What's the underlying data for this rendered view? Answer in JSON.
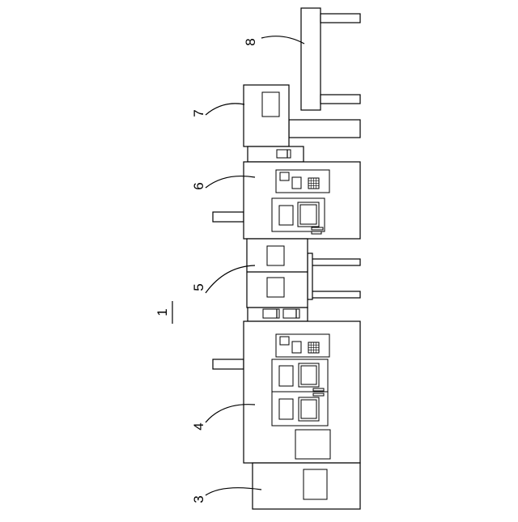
{
  "figure": {
    "reference_label": "1",
    "units": [
      {
        "id": "unit-3",
        "label": "3"
      },
      {
        "id": "unit-4",
        "label": "4"
      },
      {
        "id": "unit-5",
        "label": "5"
      },
      {
        "id": "unit-6",
        "label": "6"
      },
      {
        "id": "unit-7",
        "label": "7"
      },
      {
        "id": "unit-8",
        "label": "8"
      }
    ]
  },
  "colors": {
    "line": "#000000",
    "background": "#ffffff"
  }
}
